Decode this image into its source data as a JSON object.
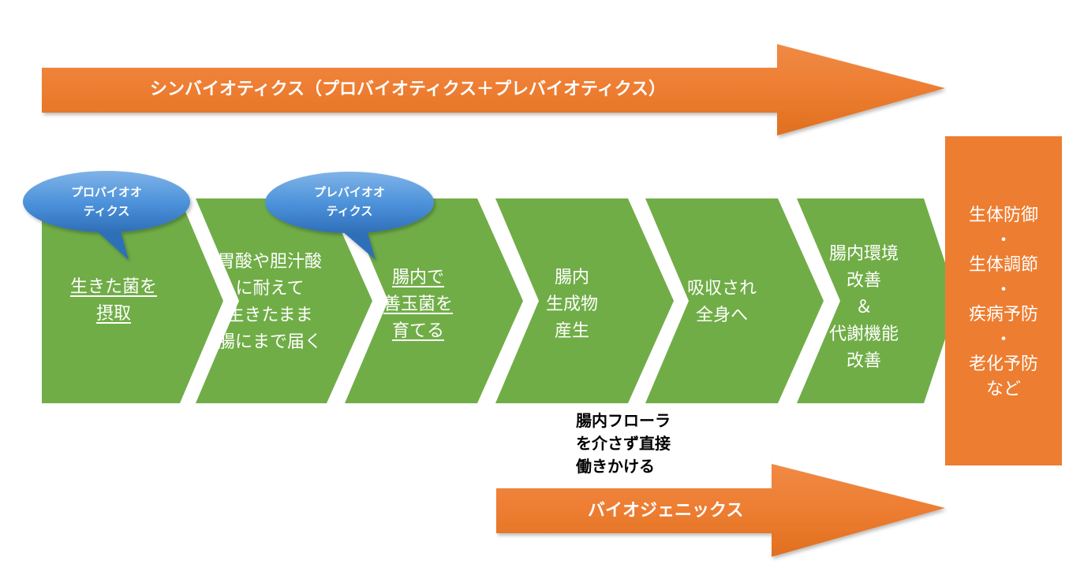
{
  "colors": {
    "arrow_orange": "#ED7D31",
    "step_green": "#70AD47",
    "bubble_blue": "#4A90D9",
    "outcome_orange": "#ED7D31"
  },
  "synbiotics_arrow": {
    "label": "シンバイオティクス（プロバイオティクス＋プレバイオティクス）"
  },
  "biogenics_arrow": {
    "label": "バイオジェニックス"
  },
  "steps": [
    {
      "label": "生きた菌を\n摂取",
      "underlined": true
    },
    {
      "label": "胃酸や胆汁酸\nに耐えて\n生きたまま\n腸にまで届く",
      "underlined": false
    },
    {
      "label": "腸内で\n善玉菌を\n育てる",
      "underlined": true
    },
    {
      "label": "腸内\n生成物\n産生",
      "underlined": false
    },
    {
      "label": "吸収され\n全身へ",
      "underlined": false
    },
    {
      "label": "腸内環境\n改善\n＆\n代謝機能\n改善",
      "underlined": false
    }
  ],
  "callouts": [
    {
      "label": "プロバイオオ\nティクス"
    },
    {
      "label": "プレバイオオ\nティクス"
    }
  ],
  "outcome_box": {
    "label": "生体防御\n・\n生体調節\n・\n疾病予防\n・\n老化予防\nなど"
  },
  "note": {
    "label": "腸内フローラ\nを介さず直接\n働きかける"
  }
}
